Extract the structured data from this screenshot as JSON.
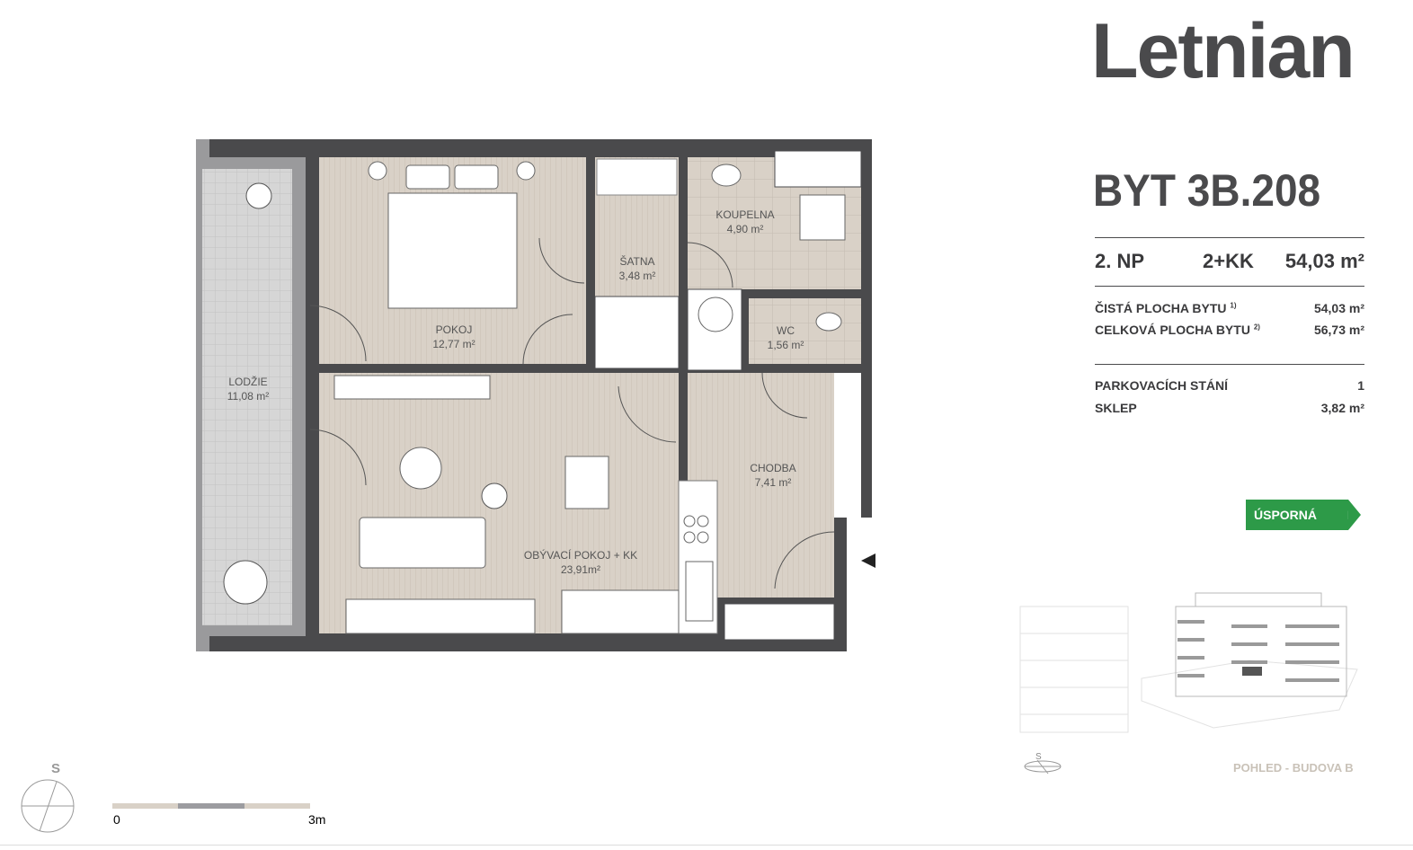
{
  "brand": {
    "logo": "Letnian"
  },
  "unit": {
    "title": "BYT 3B.208",
    "floor": "2. NP",
    "layout": "2+KK",
    "area": "54,03 m²"
  },
  "areas": [
    {
      "label": "ČISTÁ PLOCHA BYTU",
      "note": "1)",
      "value": "54,03 m²"
    },
    {
      "label": "CELKOVÁ PLOCHA BYTU",
      "note": "2)",
      "value": "56,73 m²"
    }
  ],
  "extras": [
    {
      "label": "PARKOVACÍCH STÁNÍ",
      "value": "1"
    },
    {
      "label": "SKLEP",
      "value": "3,82 m²"
    }
  ],
  "energy_badge": {
    "label": "ÚSPORNÁ",
    "class": "B",
    "color": "#2d9a48"
  },
  "building_view": {
    "caption": "POHLED - BUDOVA B",
    "compass": "S"
  },
  "rooms": [
    {
      "name": "LODŽIE",
      "area": "11,08 m²"
    },
    {
      "name": "POKOJ",
      "area": "12,77 m²"
    },
    {
      "name": "ŠATNA",
      "area": "3,48 m²"
    },
    {
      "name": "KOUPELNA",
      "area": "4,90 m²"
    },
    {
      "name": "WC",
      "area": "1,56 m²"
    },
    {
      "name": "CHODBA",
      "area": "7,41 m²"
    },
    {
      "name": "OBÝVACÍ POKOJ + KK",
      "area": "23,91m²"
    }
  ],
  "compass": {
    "label": "S"
  },
  "scale": {
    "start": "0",
    "end": "3m"
  },
  "colors": {
    "wall": "#4a4a4c",
    "floor": "#d9d1c7",
    "loggia": "#d6d6d6"
  }
}
